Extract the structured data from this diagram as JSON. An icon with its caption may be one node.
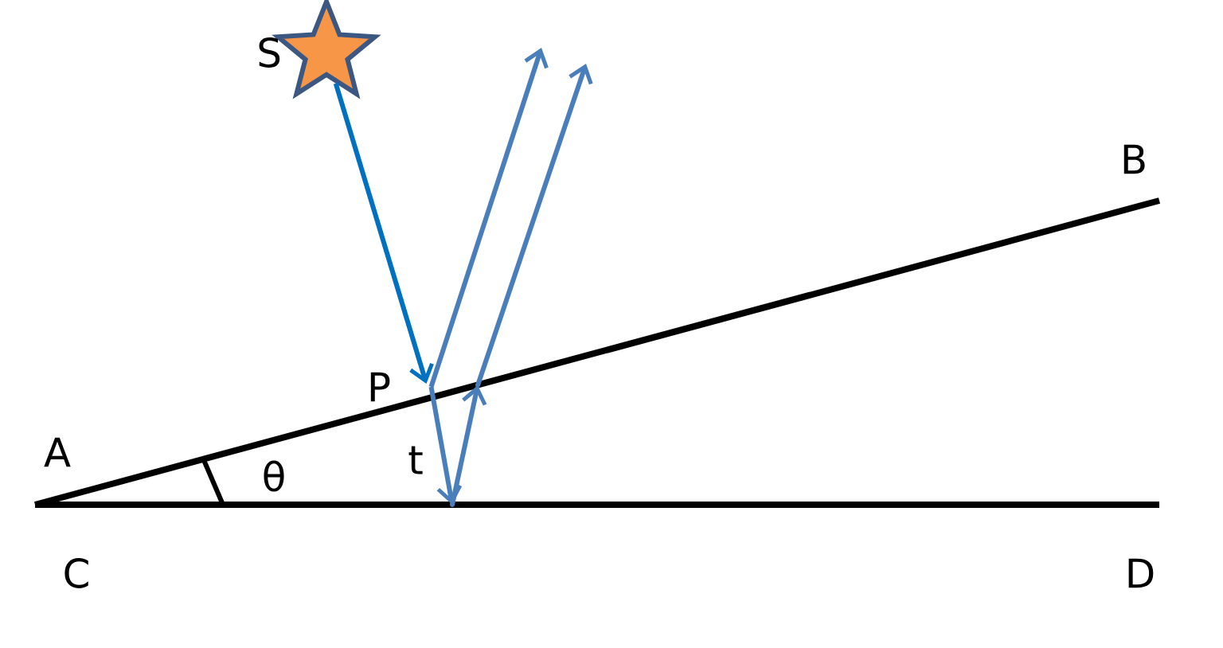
{
  "diagram": {
    "nodes": [
      {
        "text": [],
        "shape": "star",
        "beside": [
          "S"
        ]
      },
      {
        "text": [
          "P"
        ]
      },
      {
        "text": [],
        "shape": "point"
      },
      {
        "text": [],
        "shape": "point"
      }
    ],
    "edges": [
      {
        "from": 0,
        "to": 1,
        "arrow": "to",
        "color": "#0070c0"
      },
      {
        "from": 1,
        "to": null,
        "arrow": "to",
        "color": "#4a7ebb"
      },
      {
        "from": 1,
        "to": 2,
        "arrow": "to",
        "color": "#4a7ebb"
      },
      {
        "from": 2,
        "to": 3,
        "arrow": "to",
        "color": "#4a7ebb"
      },
      {
        "from": 3,
        "to": null,
        "arrow": "to",
        "color": "#4a7ebb"
      }
    ],
    "labels": [
      "B",
      "A",
      "θ",
      "t",
      "C",
      "D"
    ]
  }
}
